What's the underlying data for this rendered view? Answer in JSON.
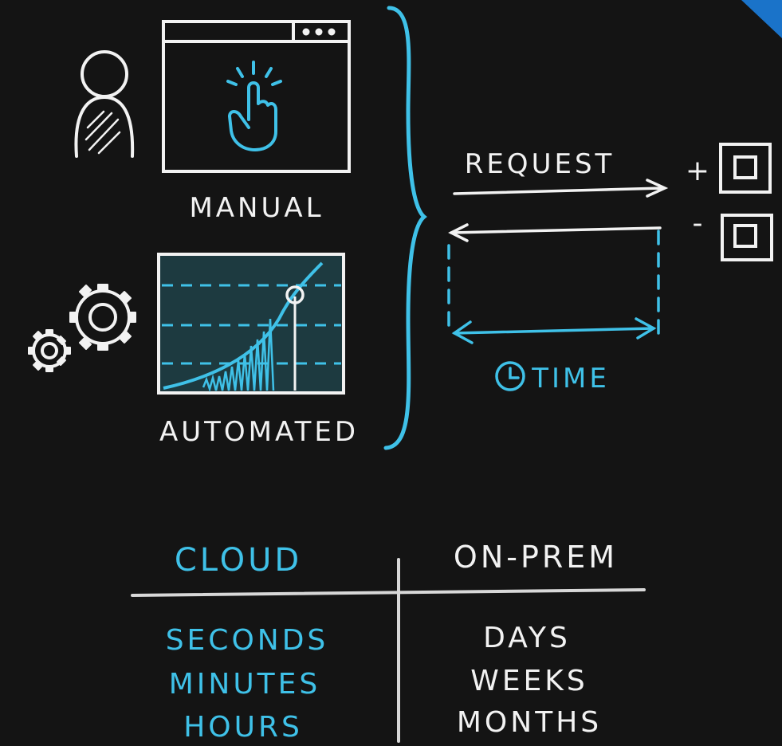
{
  "colors": {
    "background": "#141414",
    "ink": "#f2f2f2",
    "accent": "#3fc1e8",
    "corner": "#1a73c9"
  },
  "icons": {
    "person": "person-icon",
    "manual_window": "browser-window-icon",
    "tap": "tap-finger-icon",
    "gears": "gears-icon",
    "server_add": "server-add-icon",
    "server_remove": "server-remove-icon",
    "clock": "clock-icon"
  },
  "labels": {
    "manual": "MANUAL",
    "automated": "AUTOMATED",
    "request": "REQUEST",
    "time": "TIME",
    "plus": "+",
    "minus": "-"
  },
  "table": {
    "headers": [
      "CLOUD",
      "ON-PREM"
    ],
    "cloud": [
      "SECONDS",
      "MINUTES",
      "HOURS"
    ],
    "onprem": [
      "DAYS",
      "WEEKS",
      "MONTHS"
    ]
  }
}
